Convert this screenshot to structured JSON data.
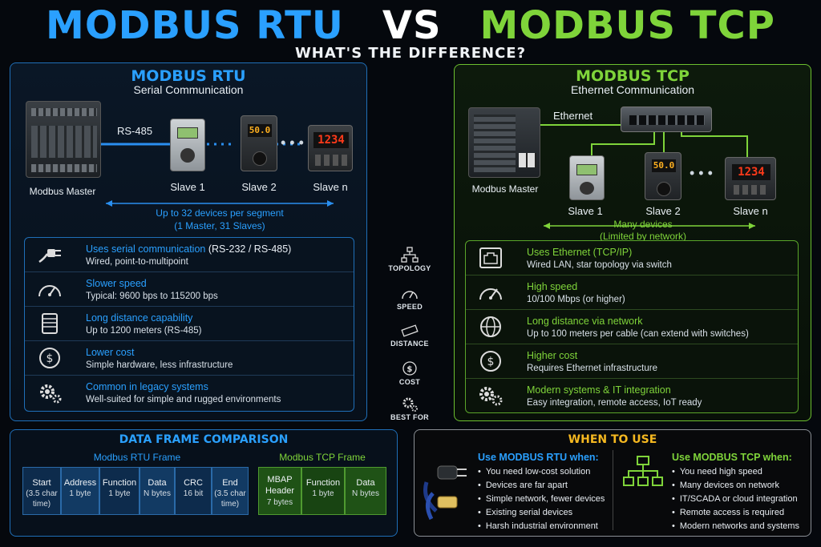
{
  "header": {
    "left": "MODBUS RTU",
    "vs": "VS",
    "right": "MODBUS TCP",
    "subtitle": "WHAT'S THE DIFFERENCE?"
  },
  "colors": {
    "rtu": "#2aa0ff",
    "tcp": "#7fd43a",
    "accent": "#f5b820"
  },
  "rtu": {
    "title": "MODBUS RTU",
    "subtitle": "Serial Communication",
    "bus_label": "RS-485",
    "master": "Modbus Master",
    "slaves": [
      "Slave 1",
      "Slave 2",
      "Slave n"
    ],
    "displays": [
      "50.0",
      "1234"
    ],
    "devices_line1": "Up to 32 devices per segment",
    "devices_line2": "(1 Master, 31 Slaves)",
    "features": [
      {
        "icon": "plug-icon",
        "title": "Uses serial communication",
        "title_extra": " (RS-232 / RS-485)",
        "sub": "Wired, point-to-multipoint"
      },
      {
        "icon": "speedometer-icon",
        "title": "Slower speed",
        "title_extra": "",
        "sub": "Typical: 9600 bps to 115200 bps"
      },
      {
        "icon": "cable-reel-icon",
        "title": "Long distance capability",
        "title_extra": "",
        "sub": "Up to 1200 meters (RS-485)"
      },
      {
        "icon": "dollar-icon",
        "title": "Lower cost",
        "title_extra": "",
        "sub": "Simple hardware, less infrastructure"
      },
      {
        "icon": "gears-icon",
        "title": "Common in legacy systems",
        "title_extra": "",
        "sub": "Well-suited for simple and rugged environments"
      }
    ]
  },
  "tcp": {
    "title": "MODBUS TCP",
    "subtitle": "Ethernet Communication",
    "bus_label": "Ethernet",
    "master": "Modbus Master",
    "slaves": [
      "Slave 1",
      "Slave 2",
      "Slave n"
    ],
    "displays": [
      "50.0",
      "1234"
    ],
    "devices_line1": "Many devices",
    "devices_line2": "(Limited by network)",
    "features": [
      {
        "icon": "ethernet-port-icon",
        "title": "Uses Ethernet (TCP/IP)",
        "sub": "Wired LAN, star topology via switch"
      },
      {
        "icon": "speedometer-icon",
        "title": "High speed",
        "sub": "10/100 Mbps (or higher)"
      },
      {
        "icon": "globe-icon",
        "title": "Long distance via network",
        "sub": "Up to 100 meters per cable (can extend with switches)"
      },
      {
        "icon": "dollar-icon",
        "title": "Higher cost",
        "sub": "Requires Ethernet infrastructure"
      },
      {
        "icon": "gears-icon",
        "title": "Modern systems & IT integration",
        "sub": "Easy integration, remote access, IoT ready"
      }
    ]
  },
  "middle": [
    "TOPOLOGY",
    "SPEED",
    "DISTANCE",
    "COST",
    "BEST FOR"
  ],
  "frame": {
    "title": "DATA FRAME COMPARISON",
    "rtu_title": "Modbus RTU Frame",
    "tcp_title": "Modbus TCP Frame",
    "rtu_cells": [
      {
        "t": "Start",
        "s": "(3.5 char time)"
      },
      {
        "t": "Address",
        "s": "1 byte"
      },
      {
        "t": "Function",
        "s": "1 byte"
      },
      {
        "t": "Data",
        "s": "N bytes"
      },
      {
        "t": "CRC",
        "s": "16 bit"
      },
      {
        "t": "End",
        "s": "(3.5 char time)"
      }
    ],
    "tcp_cells": [
      {
        "t": "MBAP Header",
        "s": "7 bytes"
      },
      {
        "t": "Function",
        "s": "1 byte"
      },
      {
        "t": "Data",
        "s": "N bytes"
      }
    ]
  },
  "when": {
    "title": "WHEN TO USE",
    "rtu_title": "Use MODBUS RTU when:",
    "rtu_items": [
      "You need low-cost solution",
      "Devices are far apart",
      "Simple network, fewer devices",
      "Existing serial devices",
      "Harsh industrial environment"
    ],
    "tcp_title": "Use MODBUS TCP when:",
    "tcp_items": [
      "You need high speed",
      "Many devices on network",
      "IT/SCADA or cloud integration",
      "Remote access is required",
      "Modern networks and systems"
    ]
  }
}
